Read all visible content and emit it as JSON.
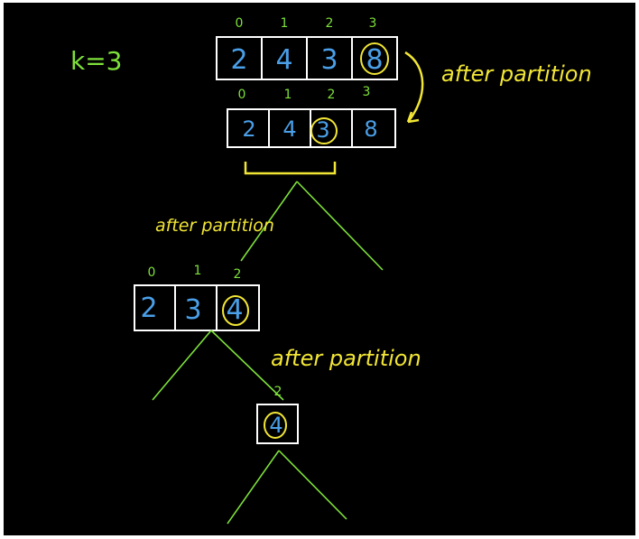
{
  "k_label": "k=3",
  "annotations": {
    "first": "after partition",
    "second": "after partition",
    "third": "after partition"
  },
  "arrays": {
    "initial": {
      "indices": [
        "0",
        "1",
        "2",
        "3"
      ],
      "values": [
        "2",
        "4",
        "3",
        "8"
      ],
      "circled_index": 3
    },
    "partitioned": {
      "indices": [
        "0",
        "1",
        "2",
        "3"
      ],
      "values": [
        "2",
        "4",
        "3",
        "8"
      ],
      "circled_index": 2
    },
    "left_sub": {
      "indices": [
        "0",
        "1",
        "2"
      ],
      "values": [
        "2",
        "3",
        "4"
      ],
      "circled_index": 2
    },
    "single": {
      "indices": [
        "2"
      ],
      "values": [
        "4"
      ],
      "circled_index": 0
    }
  },
  "colors": {
    "background": "#000000",
    "box": "#ffffff",
    "value": "#4a9fe8",
    "index": "#7ee03a",
    "tree_line": "#7ee03a",
    "highlight": "#f2e635"
  }
}
